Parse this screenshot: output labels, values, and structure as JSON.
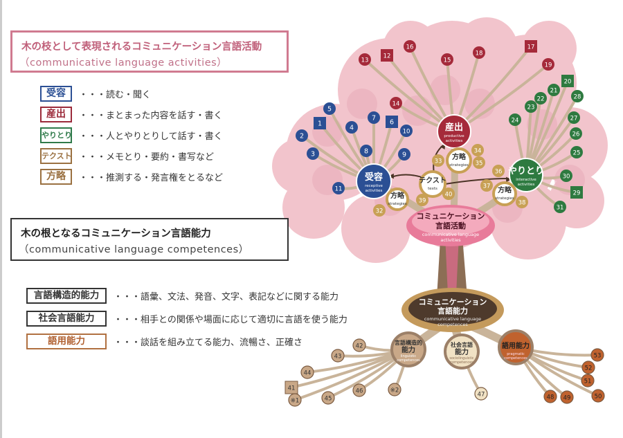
{
  "activities_box": {
    "title": "木の枝として表現されるコミュニケーション言語活動",
    "subtitle": "（communicative language activities）"
  },
  "activity_legend": [
    {
      "tag": "受容",
      "desc": "・・・読む・聞く",
      "color": "#2b4f94"
    },
    {
      "tag": "産出",
      "desc": "・・・まとまった内容を話す・書く",
      "color": "#9b2a3a"
    },
    {
      "tag": "やりとり",
      "desc": "・・・人とやりとりして話す・書く",
      "color": "#2f7a4a"
    },
    {
      "tag": "テクスト",
      "desc": "・・・メモとり・要約・書写など",
      "color": "#9a7040"
    },
    {
      "tag": "方略",
      "desc": "・・・推測する・発言権をとるなど",
      "color": "#9a7040"
    }
  ],
  "competences_box": {
    "title": "木の根となるコミュニケーション言語能力",
    "subtitle": "（communicative language competences）"
  },
  "competence_legend": [
    {
      "tag": "言語構造的能力",
      "desc": "・・・語彙、文法、発音、文字、表記などに関する能力",
      "color": "#333333",
      "text_color": "#333333"
    },
    {
      "tag": "社会言語能力",
      "desc": "・・・相手との関係や場面に応じて適切に言語を使う能力",
      "color": "#333333",
      "text_color": "#333333"
    },
    {
      "tag": "語用能力",
      "desc": "・・・談話を組み立てる能力、流暢さ、正確さ",
      "color": "#b07040",
      "text_color": "#b06030"
    }
  ],
  "tree": {
    "hubs": {
      "receptive": {
        "jp": "受容",
        "en1": "receptive",
        "en2": "activities",
        "color": "#2b4f94"
      },
      "productive": {
        "jp": "産出",
        "en1": "productive",
        "en2": "activities",
        "color": "#a52a3a"
      },
      "interactive": {
        "jp": "やりとり",
        "en1": "interactive",
        "en2": "activities",
        "color": "#2e7a40"
      },
      "texts": {
        "jp": "テクスト",
        "en1": "texts"
      },
      "strategies": {
        "jp": "方略",
        "en1": "strategies"
      },
      "activities": {
        "jp1": "コミュニケーション",
        "jp2": "言語活動",
        "en1": "communicative language",
        "en2": "activities"
      },
      "competences": {
        "jp1": "コミュニケーション",
        "jp2": "言語能力",
        "en1": "communicative language",
        "en2": "competences"
      },
      "linguistic": {
        "jp1": "言語構造的",
        "jp2": "能力",
        "en1": "linguistic",
        "en2": "competences"
      },
      "sociolinguistic": {
        "jp1": "社会言語",
        "jp2": "能力",
        "en1": "sociolinguistic",
        "en2": "competences"
      },
      "pragmatic": {
        "jp1": "語用能力",
        "en1": "pragmatic",
        "en2": "competences"
      }
    },
    "receptive_items": [
      "1",
      "2",
      "3",
      "4",
      "5",
      "6",
      "7",
      "8",
      "9",
      "10",
      "11"
    ],
    "productive_items": [
      "12",
      "13",
      "14",
      "15",
      "16",
      "17",
      "18",
      "19"
    ],
    "interactive_items": [
      "20",
      "21",
      "22",
      "23",
      "24",
      "25",
      "26",
      "27",
      "28",
      "29",
      "30",
      "31"
    ],
    "strategy_items": [
      "32",
      "33",
      "34",
      "35",
      "36",
      "37",
      "38",
      "39",
      "40"
    ],
    "linguistic_items": [
      "41",
      "※1",
      "42",
      "43",
      "44",
      "45",
      "46",
      "※2"
    ],
    "sociolinguistic_items": [
      "47"
    ],
    "pragmatic_items": [
      "48",
      "49",
      "50",
      "51",
      "52",
      "53"
    ]
  }
}
